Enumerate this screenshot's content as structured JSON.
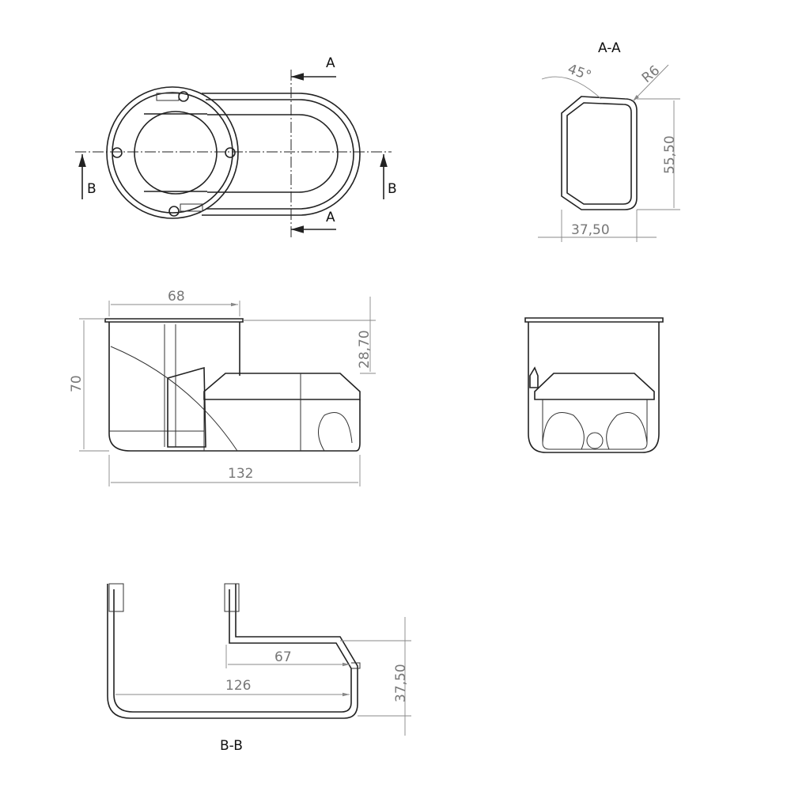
{
  "top_view": {
    "section_a_top": "A",
    "section_a_bottom": "A",
    "section_b_left": "B",
    "section_b_right": "B"
  },
  "section_aa": {
    "title": "A-A",
    "angle": "45°",
    "radius": "R6",
    "height": "55,50",
    "width": "37,50"
  },
  "front_view": {
    "width_cup": "68",
    "height_lid": "28,70",
    "height_total": "70",
    "length_total": "132"
  },
  "section_bb": {
    "title": "B-B",
    "inner_length": "67",
    "total_length": "126",
    "height": "37,50"
  }
}
